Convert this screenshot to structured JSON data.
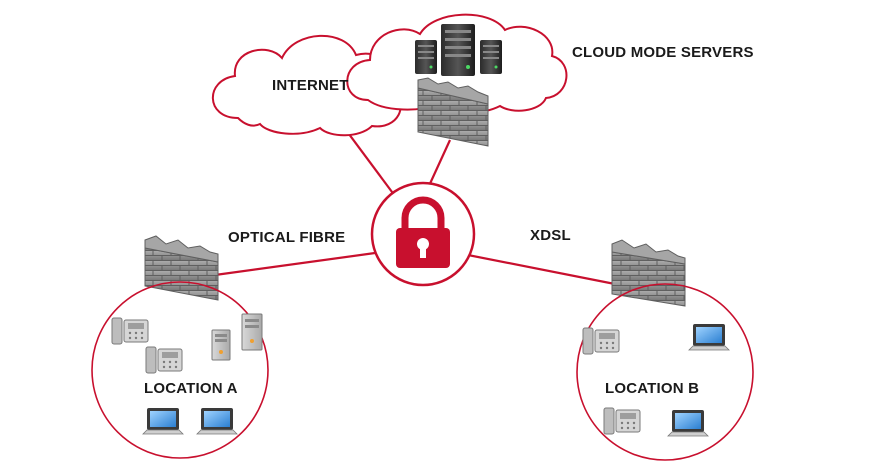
{
  "labels": {
    "internet": "INTERNET",
    "cloud_servers": "CLOUD MODE SERVERS",
    "optical_fibre": "OPTICAL FIBRE",
    "xdsl": "XDSL",
    "location_a": "LOCATION A",
    "location_b": "LOCATION B"
  },
  "colors": {
    "accent": "#c8102e",
    "line": "#c8102e",
    "cloud_stroke": "#c8102e",
    "wall": "#8a8a8a",
    "text": "#1a1a1a"
  },
  "icons": [
    "cloud-icon",
    "server-rack-icon",
    "firewall-icon",
    "padlock-icon",
    "desk-phone-icon",
    "tower-server-icon",
    "laptop-icon"
  ]
}
